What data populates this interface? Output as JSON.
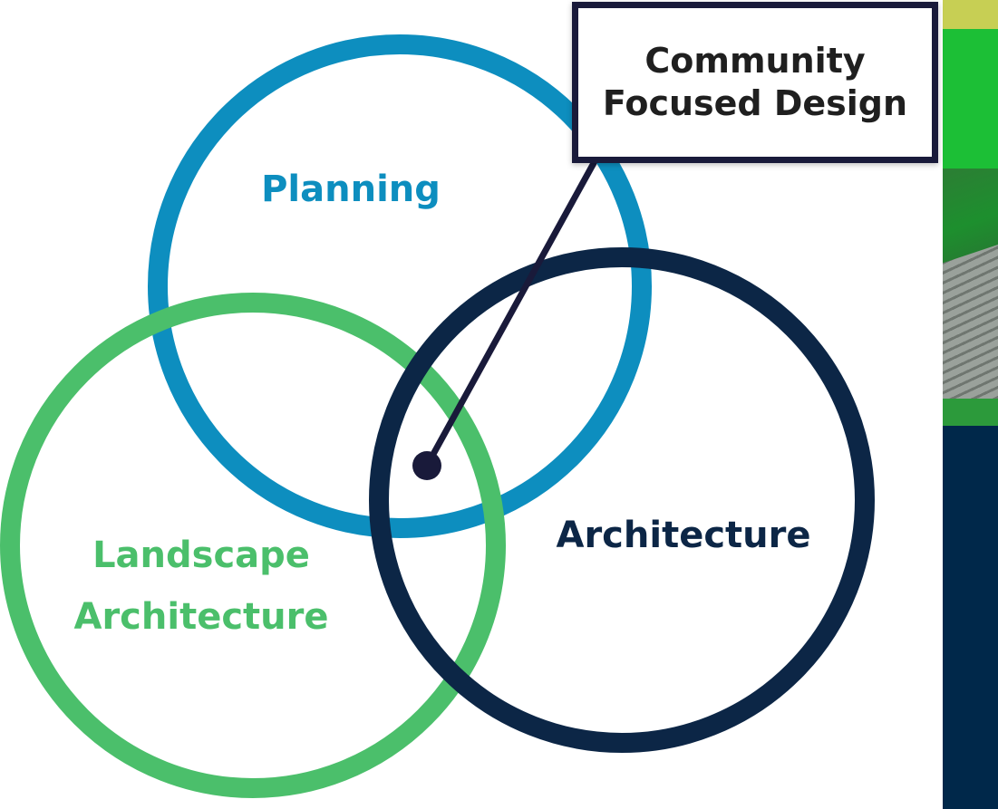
{
  "diagram": {
    "circles": [
      {
        "id": "planning",
        "label": "Planning",
        "color": "#0d8ebf"
      },
      {
        "id": "architecture",
        "label": "Architecture",
        "color": "#0c2646"
      },
      {
        "id": "landscape",
        "label_lines": [
          "Landscape",
          "Architecture"
        ],
        "color": "#4bbf6b"
      }
    ],
    "callout": {
      "lines": [
        "Community",
        "Focused Design"
      ],
      "border_color": "#191a3a",
      "pointer_color": "#191a3a"
    }
  },
  "background": {
    "panel_color": "#00284a",
    "photo_colors": [
      "#c7cf54",
      "#1cbf36",
      "#9aa19b"
    ]
  }
}
